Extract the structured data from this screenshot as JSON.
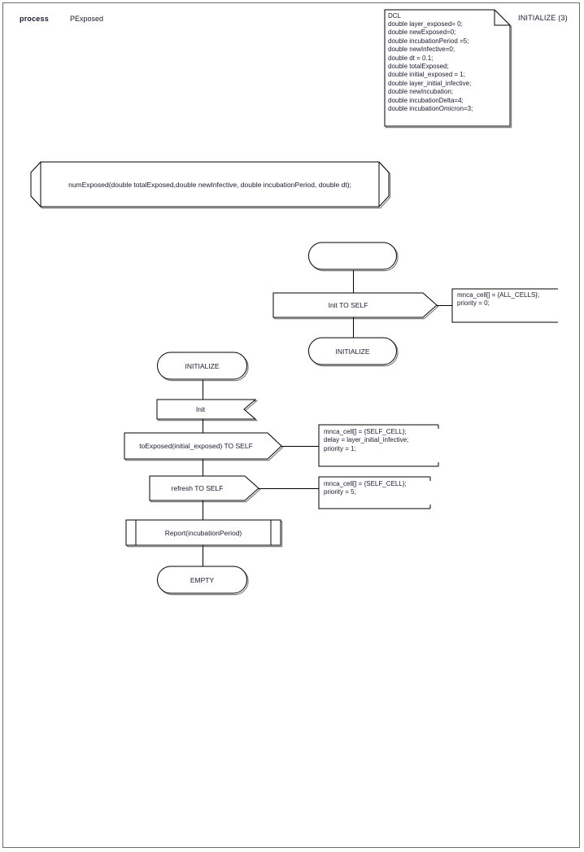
{
  "page": {
    "header_label": "process",
    "header_value": "PExposed",
    "header_right": "INITIALIZE (3)"
  },
  "declaration_note": {
    "name": "dcl-note",
    "title": "DCL",
    "lines": [
      "double layer_exposed= 0;",
      "double newExposed=0;",
      "double incubationPeriod =5;",
      "double newInfective=0;",
      "double dt = 0.1;",
      "double totalExposed;",
      "double initial_exposed = 1;",
      "double layer_initial_infective;",
      "double newIncubation;",
      "double incubationDelta=4;",
      "double incubationOmicron=3;"
    ]
  },
  "procedure_decl": {
    "text": "numExposed(double totalExposed,double newInfective, double incubationPeriod, double dt);"
  },
  "flow_top": {
    "start_state": "",
    "output": "Init TO SELF",
    "next_state": "INITIALIZE",
    "comment_lines": [
      "mnca_cell[] = {ALL_CELLS};",
      "priority = 0;"
    ]
  },
  "flow_main": {
    "state": "INITIALIZE",
    "input": "Init",
    "output1": "toExposed(initial_exposed) TO SELF",
    "comment1_lines": [
      "mnca_cell[] = {SELF_CELL};",
      "delay = layer_initial_infective;",
      "priority = 1;"
    ],
    "output2": "refresh TO SELF",
    "comment2_lines": [
      "mnca_cell[] = {SELF_CELL};",
      "priority = 5;"
    ],
    "procedure_call": "Report(incubationPeriod)",
    "end_state": "EMPTY"
  },
  "colors": {
    "border": "#6e6e6e",
    "stroke": "#000000",
    "shadow": "#808080",
    "text": "#1a1a2e",
    "background": "#ffffff"
  }
}
